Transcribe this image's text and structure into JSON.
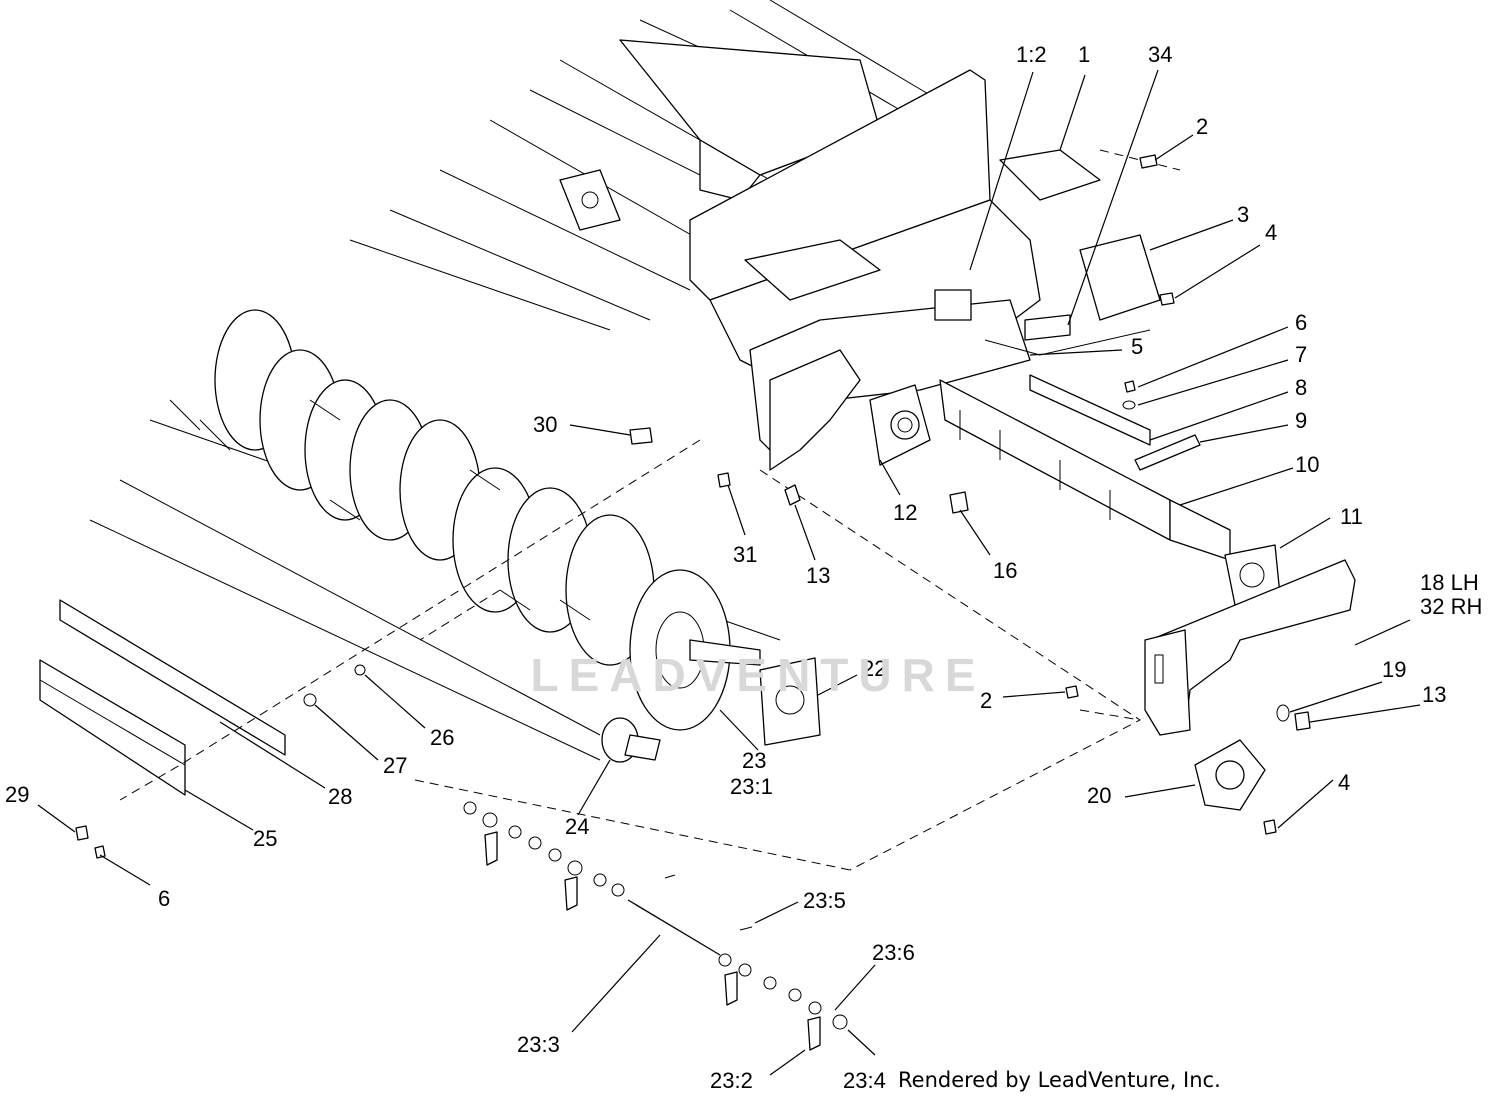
{
  "watermark": "LEADVENTURE",
  "credit": "Rendered by LeadVenture, Inc.",
  "callouts": [
    {
      "id": "1-2",
      "text": "1:2"
    },
    {
      "id": "1",
      "text": "1"
    },
    {
      "id": "34",
      "text": "34"
    },
    {
      "id": "2-top",
      "text": "2"
    },
    {
      "id": "3",
      "text": "3"
    },
    {
      "id": "4-top",
      "text": "4"
    },
    {
      "id": "5",
      "text": "5"
    },
    {
      "id": "6-right",
      "text": "6"
    },
    {
      "id": "7",
      "text": "7"
    },
    {
      "id": "8",
      "text": "8"
    },
    {
      "id": "9",
      "text": "9"
    },
    {
      "id": "10",
      "text": "10"
    },
    {
      "id": "11",
      "text": "11"
    },
    {
      "id": "12",
      "text": "12"
    },
    {
      "id": "16",
      "text": "16"
    },
    {
      "id": "30",
      "text": "30"
    },
    {
      "id": "31",
      "text": "31"
    },
    {
      "id": "13-mid",
      "text": "13"
    },
    {
      "id": "18lh",
      "text": "18 LH"
    },
    {
      "id": "32rh",
      "text": "32 RH"
    },
    {
      "id": "19",
      "text": "19"
    },
    {
      "id": "13-right",
      "text": "13"
    },
    {
      "id": "2-mid",
      "text": "2"
    },
    {
      "id": "22",
      "text": "22"
    },
    {
      "id": "23",
      "text": "23"
    },
    {
      "id": "23-1",
      "text": "23:1"
    },
    {
      "id": "20",
      "text": "20"
    },
    {
      "id": "4-low",
      "text": "4"
    },
    {
      "id": "24",
      "text": "24"
    },
    {
      "id": "26",
      "text": "26"
    },
    {
      "id": "27",
      "text": "27"
    },
    {
      "id": "28",
      "text": "28"
    },
    {
      "id": "25",
      "text": "25"
    },
    {
      "id": "29",
      "text": "29"
    },
    {
      "id": "6-left",
      "text": "6"
    },
    {
      "id": "23-5",
      "text": "23:5"
    },
    {
      "id": "23-6",
      "text": "23:6"
    },
    {
      "id": "23-3",
      "text": "23:3"
    },
    {
      "id": "23-2",
      "text": "23:2"
    },
    {
      "id": "23-4",
      "text": "23:4"
    }
  ]
}
